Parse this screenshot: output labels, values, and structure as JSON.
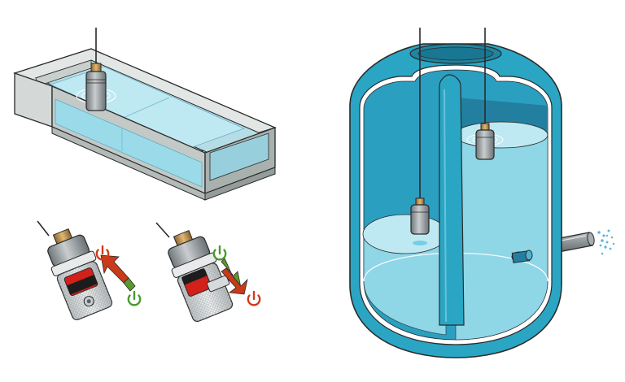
{
  "colors": {
    "outline": "#2a2a2a",
    "tank_gray_light": "#d9dddc",
    "tank_gray_mid": "#c5cbc9",
    "tank_gray_dark": "#aab2b0",
    "water_light": "#bfe9f2",
    "water_mid": "#9bdbe9",
    "water_deep": "#7ccbe0",
    "vessel_shell": "#2aa6c4",
    "vessel_shell_dark": "#1d86a3",
    "vessel_interior": "#5ec3dc",
    "sensor_body": "#8d9396",
    "sensor_light": "#c7cbcd",
    "sensor_dark": "#5a6063",
    "brass": "#b58a4a",
    "power_on": "#4a9a2a",
    "power_off": "#d23a1a",
    "arrow_green": "#5a9a2a",
    "arrow_red": "#c83a1a",
    "outlet_spray": "#5fb6de"
  },
  "icons": {
    "power_symbol": "power-icon",
    "arrow": "arrow-icon",
    "sensor": "level-sensor-icon"
  },
  "states": {
    "float_switch_left": {
      "upper_icon_color": "power_off",
      "lower_icon_color": "power_on",
      "arrow_direction": "up"
    },
    "float_switch_right": {
      "upper_icon_color": "power_on",
      "lower_icon_color": "power_off",
      "arrow_direction": "down"
    }
  }
}
